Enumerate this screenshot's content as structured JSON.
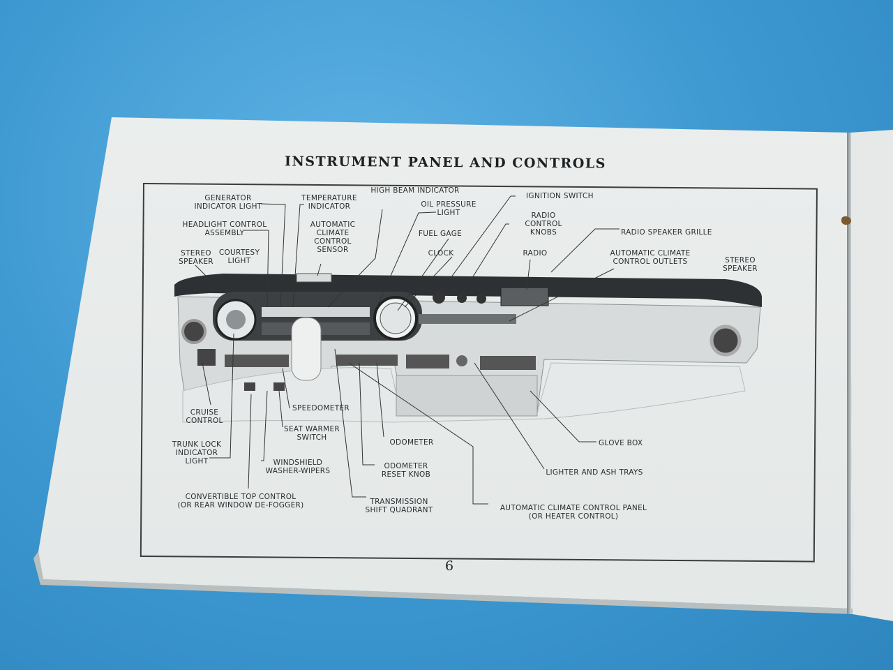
{
  "page": {
    "title": "INSTRUMENT PANEL AND CONTROLS",
    "page_number": "6"
  },
  "labels": {
    "generator": [
      "GENERATOR",
      "INDICATOR LIGHT"
    ],
    "temperature": [
      "TEMPERATURE",
      "INDICATOR"
    ],
    "high_beam": "HIGH BEAM INDICATOR",
    "oil_pressure": [
      "OIL PRESSURE",
      "LIGHT"
    ],
    "ignition": "IGNITION SWITCH",
    "headlight": [
      "HEADLIGHT CONTROL",
      "ASSEMBLY"
    ],
    "climate_sensor": [
      "AUTOMATIC",
      "CLIMATE",
      "CONTROL",
      "SENSOR"
    ],
    "fuel_gage": "FUEL GAGE",
    "radio_knobs": [
      "RADIO",
      "CONTROL",
      "KNOBS"
    ],
    "radio_grille": "RADIO SPEAKER GRILLE",
    "stereo_left": [
      "STEREO",
      "SPEAKER"
    ],
    "courtesy": [
      "COURTESY",
      "LIGHT"
    ],
    "clock": "CLOCK",
    "radio": "RADIO",
    "climate_outlets": [
      "AUTOMATIC CLIMATE",
      "CONTROL OUTLETS"
    ],
    "stereo_right": [
      "STEREO",
      "SPEAKER"
    ],
    "cruise": [
      "CRUISE",
      "CONTROL"
    ],
    "speedometer": "SPEEDOMETER",
    "seat_warmer": [
      "SEAT WARMER",
      "SWITCH"
    ],
    "trunk_lock": [
      "TRUNK LOCK",
      "INDICATOR",
      "LIGHT"
    ],
    "odometer": "ODOMETER",
    "glove_box": "GLOVE BOX",
    "windshield": [
      "WINDSHIELD",
      "WASHER-WIPERS"
    ],
    "odometer_reset": [
      "ODOMETER",
      "RESET KNOB"
    ],
    "lighter": "LIGHTER AND ASH TRAYS",
    "convertible": [
      "CONVERTIBLE TOP CONTROL",
      "(OR REAR WINDOW DE-FOGGER)"
    ],
    "transmission": [
      "TRANSMISSION",
      "SHIFT QUADRANT"
    ],
    "climate_panel": [
      "AUTOMATIC CLIMATE CONTROL PANEL",
      "(OR HEATER CONTROL)"
    ]
  }
}
